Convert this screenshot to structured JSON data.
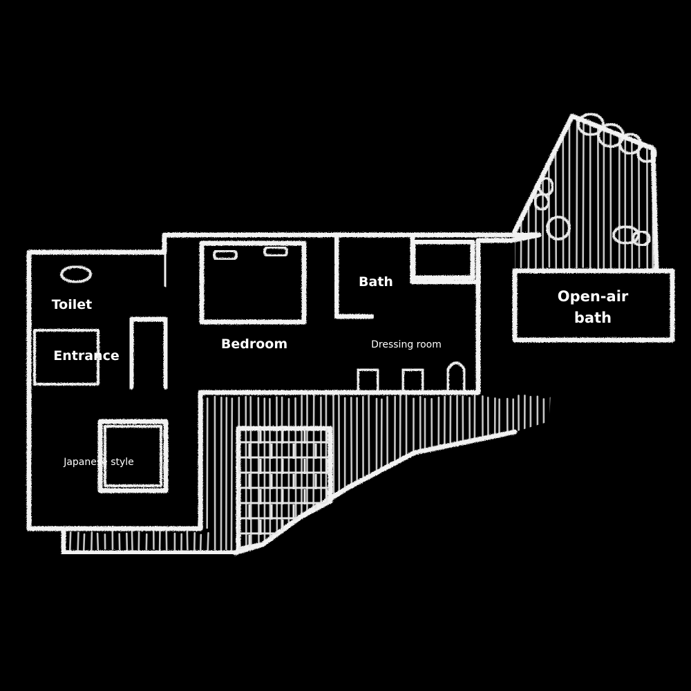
{
  "rooms": {
    "toilet": "Toilet",
    "entrance": "Entrance",
    "japanese_style": "Japanese style",
    "bedroom": "Bedroom",
    "bath": "Bath",
    "dressing_room": "Dressing room",
    "open_air_bath_line1": "Open-air",
    "open_air_bath_line2": "bath"
  },
  "colors": {
    "background": "#000000",
    "lines": "#f2f2f2"
  }
}
